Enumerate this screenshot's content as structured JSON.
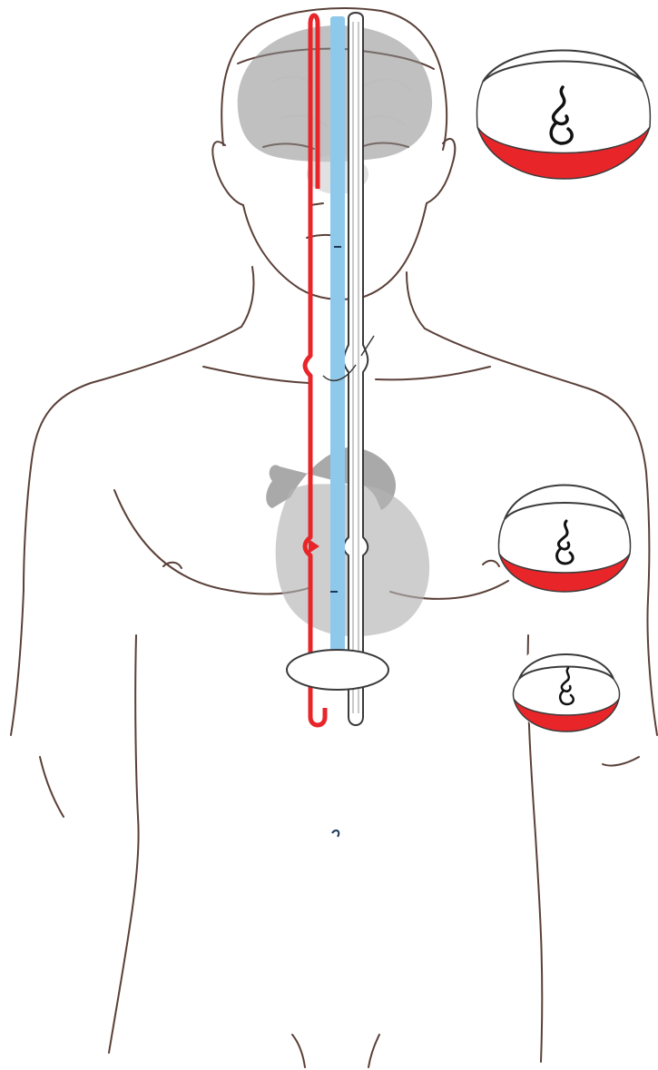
{
  "figure": {
    "colors": {
      "background": "#ffffff",
      "outline": "#5a4038",
      "red_channel": "#e8262a",
      "blue_channel": "#8ec8ea",
      "white_channel": "#ffffff",
      "channel_outline": "#3a3a3a",
      "organ_fill": "#8c8c8c",
      "organ_light": "#c8c8c8",
      "disc_red": "#e8262a",
      "glyph": "#111111"
    },
    "icons": [
      "human-torso-outline",
      "brain-shape",
      "heart-shape",
      "red-channel",
      "blue-channel",
      "white-channel",
      "central-knot-ellipse",
      "drop-disc",
      "tibetan-syllable-glyph"
    ]
  }
}
